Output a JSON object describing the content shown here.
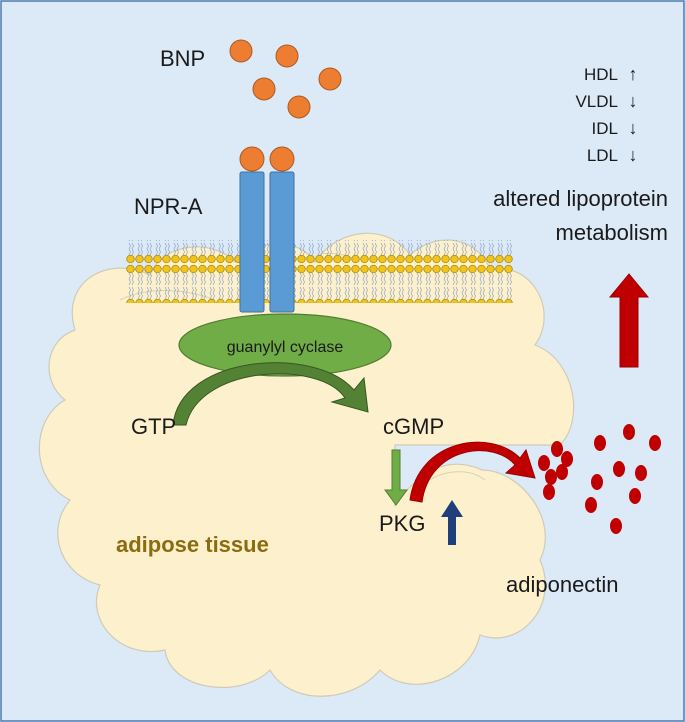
{
  "diagram": {
    "ligand_label": "BNP",
    "receptor_label": "NPR-A",
    "enzyme_label": "guanylyl cyclase",
    "substrate_label": "GTP",
    "product_label": "cGMP",
    "kinase_label": "PKG",
    "tissue_label": "adipose tissue",
    "secreted_label": "adiponectin",
    "outcome_line1": "altered lipoprotein",
    "outcome_line2": "metabolism",
    "lipoproteins": [
      {
        "name": "HDL",
        "arrow": "↑"
      },
      {
        "name": "VLDL",
        "arrow": "↓"
      },
      {
        "name": "IDL",
        "arrow": "↓"
      },
      {
        "name": "LDL",
        "arrow": "↓"
      }
    ]
  },
  "colors": {
    "background": "#dce9f7",
    "border": "#4a78b0",
    "cell_fill": "#fdf0cc",
    "cell_stroke": "#cfcbb8",
    "ligand": "#ed7d31",
    "receptor": "#5b9bd5",
    "enzyme": "#70ad47",
    "enzyme_stroke": "#507e32",
    "adiponectin": "#c00000",
    "up_arrow_kinase": "#1f3f7a",
    "tissue_text": "#8a6d12",
    "lipid_head": "#f0c419"
  }
}
